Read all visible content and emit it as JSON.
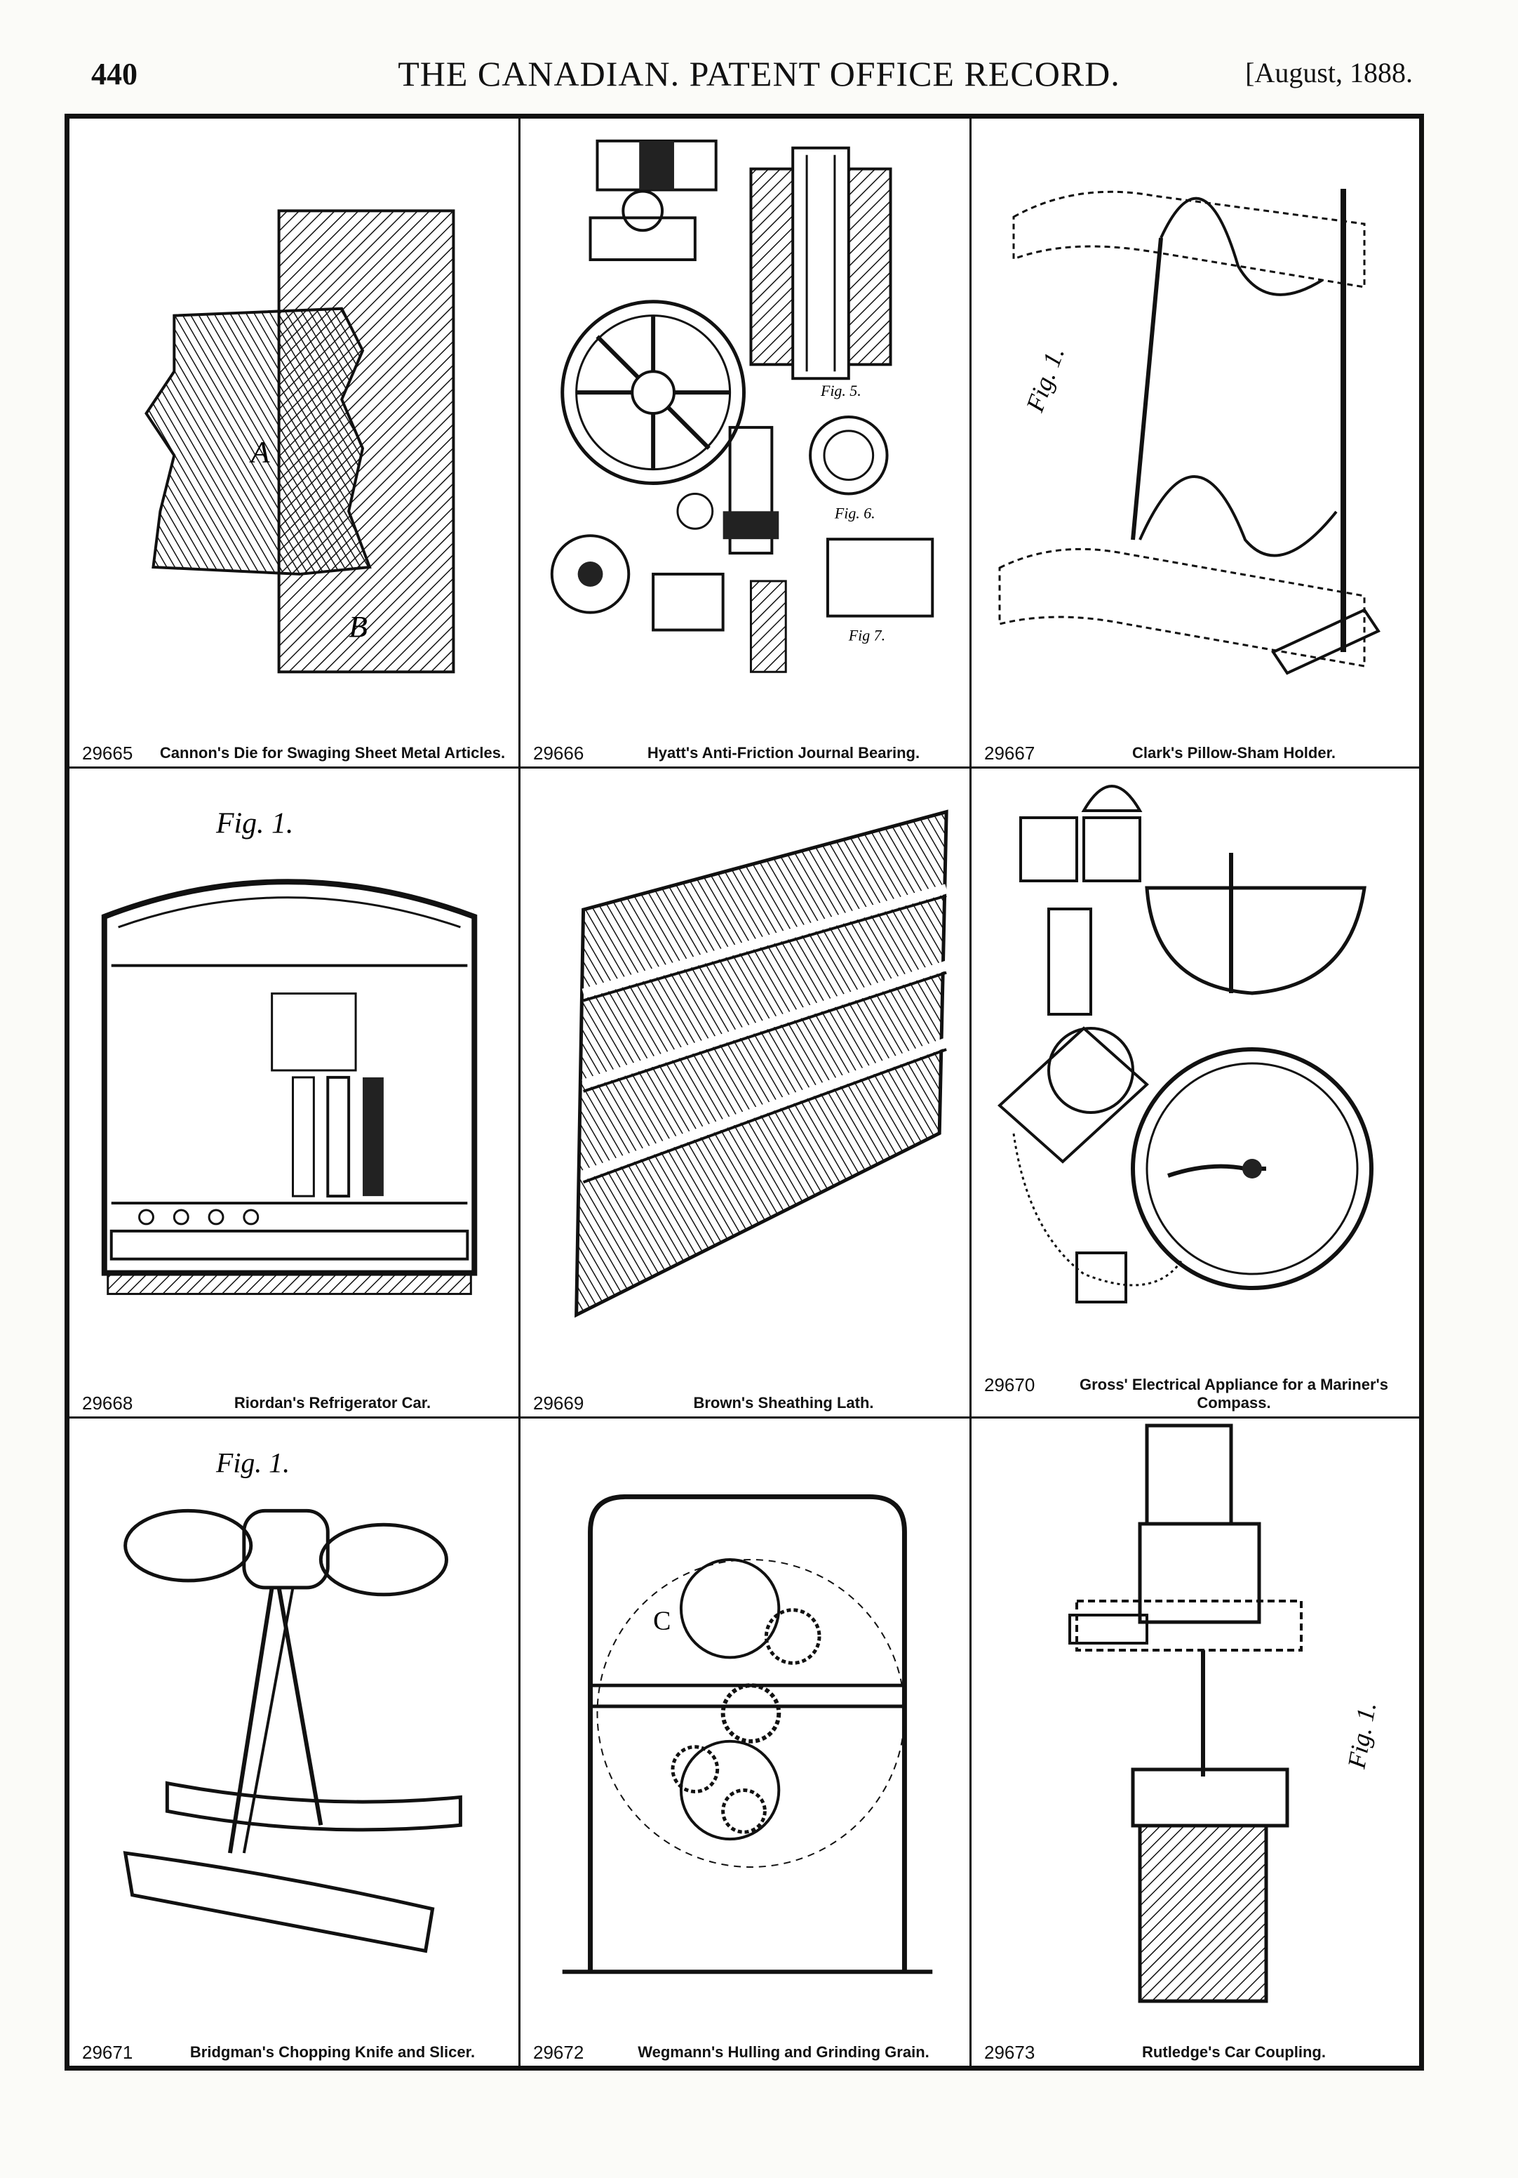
{
  "header": {
    "page_number": "440",
    "title": "THE CANADIAN. PATENT OFFICE RECORD.",
    "date": "[August, 1888."
  },
  "patents": [
    {
      "number": "29665",
      "title": "Cannon's Die for Swaging Sheet Metal Articles."
    },
    {
      "number": "29666",
      "title": "Hyatt's Anti-Friction Journal Bearing."
    },
    {
      "number": "29667",
      "title": "Clark's Pillow-Sham Holder."
    },
    {
      "number": "29668",
      "title": "Riordan's Refrigerator Car."
    },
    {
      "number": "29669",
      "title": "Brown's Sheathing Lath."
    },
    {
      "number": "29670",
      "title": "Gross' Electrical Appliance for a Mariner's Compass."
    },
    {
      "number": "29671",
      "title": "Bridgman's Chopping Knife and Slicer."
    },
    {
      "number": "29672",
      "title": "Wegmann's Hulling and Grinding Grain."
    },
    {
      "number": "29673",
      "title": "Rutledge's Car Coupling."
    }
  ],
  "figure_labels": {
    "fig1": "Fig. 1.",
    "fig_cannon_a": "A",
    "fig_cannon_b": "B",
    "fig_hyatt_5": "Fig. 5.",
    "fig_hyatt_6": "Fig. 6.",
    "fig_hyatt_7": "Fig 7.",
    "fig_wegmann_c": "C"
  }
}
